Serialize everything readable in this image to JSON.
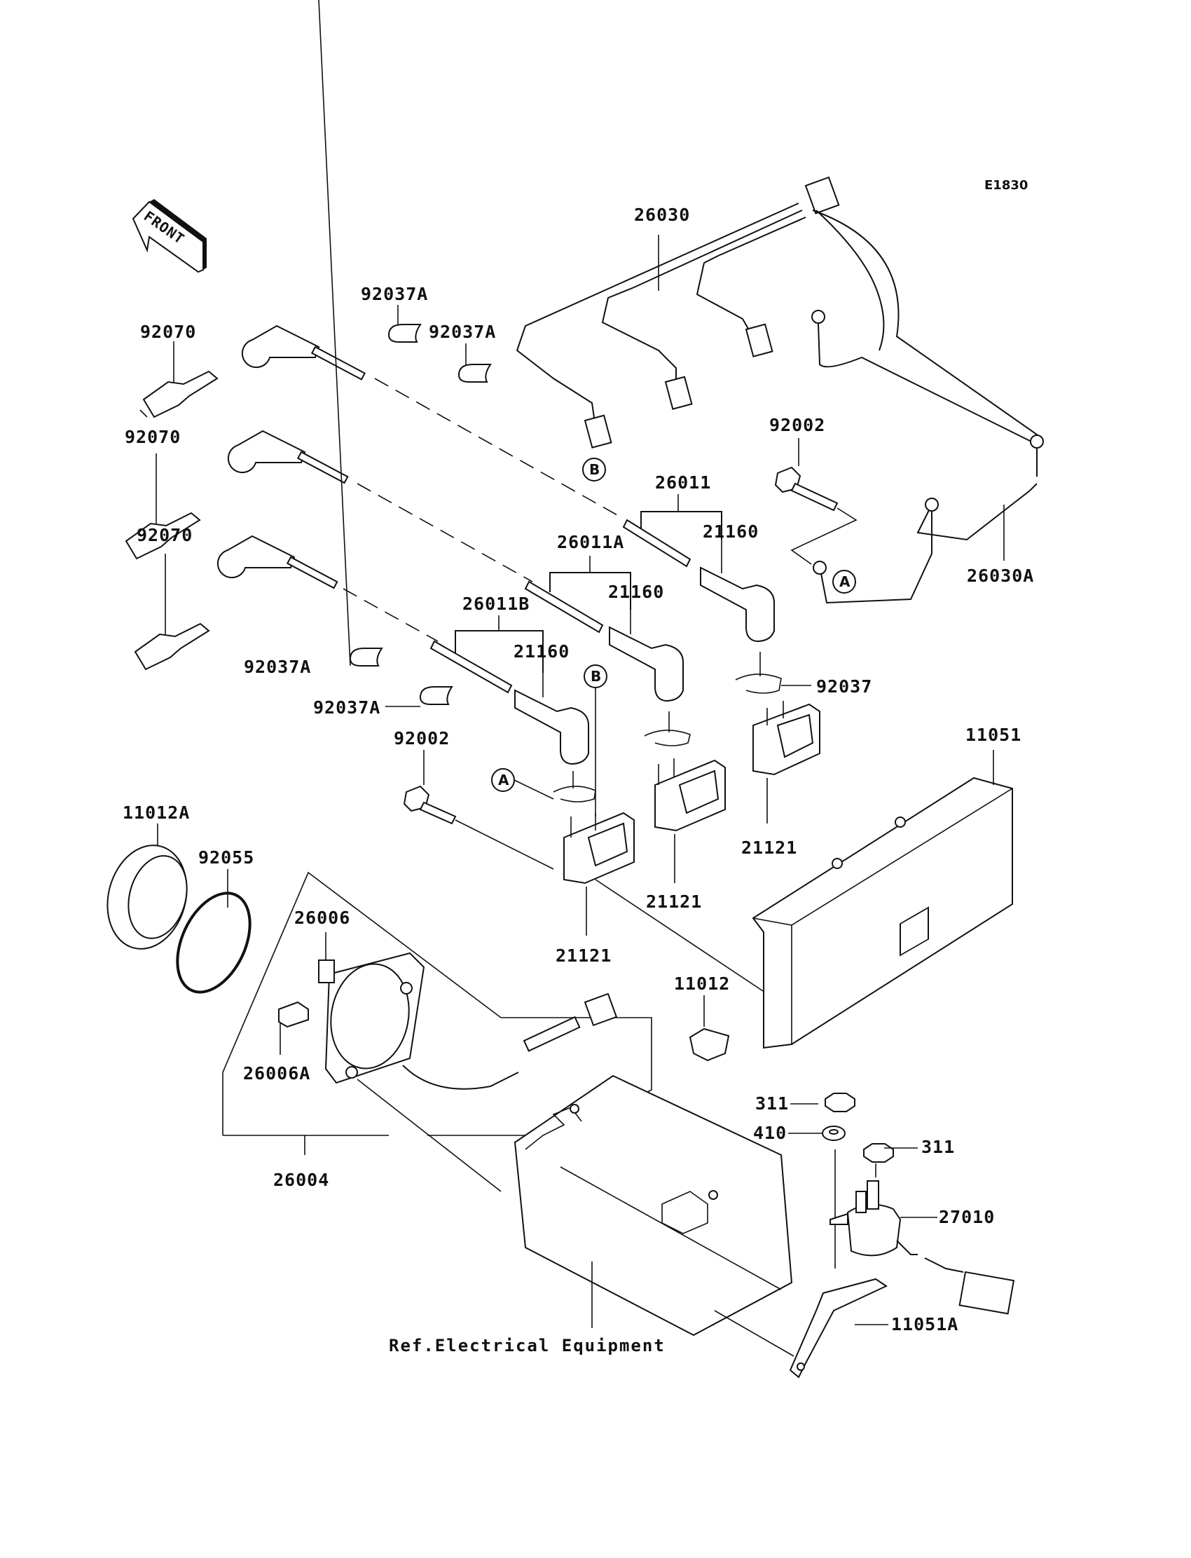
{
  "diagram": {
    "code": "E1830",
    "front_arrow_label": "FRONT",
    "reference_note": "Ref.Electrical Equipment",
    "callouts": {
      "ref_a": "A",
      "ref_b": "B"
    },
    "parts": {
      "p26030": "26030",
      "p26030A": "26030A",
      "p92037A_1": "92037A",
      "p92037A_2": "92037A",
      "p92037A_3": "92037A",
      "p92037A_4": "92037A",
      "p92037": "92037",
      "p92070_1": "92070",
      "p92070_2": "92070",
      "p92070_3": "92070",
      "p92002_1": "92002",
      "p92002_2": "92002",
      "p26011": "26011",
      "p26011A": "26011A",
      "p26011B": "26011B",
      "p21160_1": "21160",
      "p21160_2": "21160",
      "p21160_3": "21160",
      "p21121_1": "21121",
      "p21121_2": "21121",
      "p21121_3": "21121",
      "p11051": "11051",
      "p11051A": "11051A",
      "p11012": "11012",
      "p11012A": "11012A",
      "p92055": "92055",
      "p26006": "26006",
      "p26006A": "26006A",
      "p26004": "26004",
      "p311_1": "311",
      "p311_2": "311",
      "p410": "410",
      "p27010": "27010"
    }
  }
}
